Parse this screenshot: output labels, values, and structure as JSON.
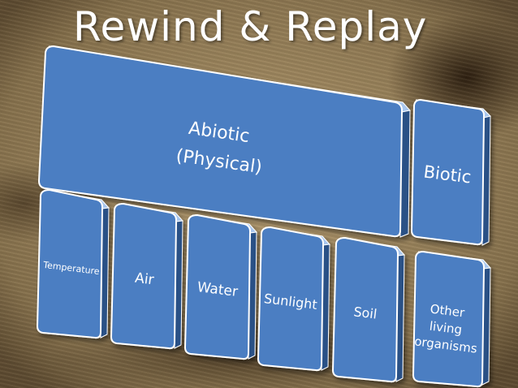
{
  "slide": {
    "title": "Rewind & Replay"
  },
  "colors": {
    "box_fill": "#4c7ec2",
    "box_side": "#2c5186",
    "box_top": "#a9c7ee",
    "box_outline": "#ffffff",
    "text": "#ffffff"
  },
  "diagram": {
    "abiotic": {
      "label_line1": "Abiotic",
      "label_line2": "(Physical)"
    },
    "biotic": {
      "label": "Biotic"
    },
    "abiotic_factors": [
      "Temperature",
      "Air",
      "Water",
      "Sunlight",
      "Soil"
    ],
    "biotic_factors": {
      "line1": "Other",
      "line2": "living",
      "line3": "organisms"
    }
  }
}
